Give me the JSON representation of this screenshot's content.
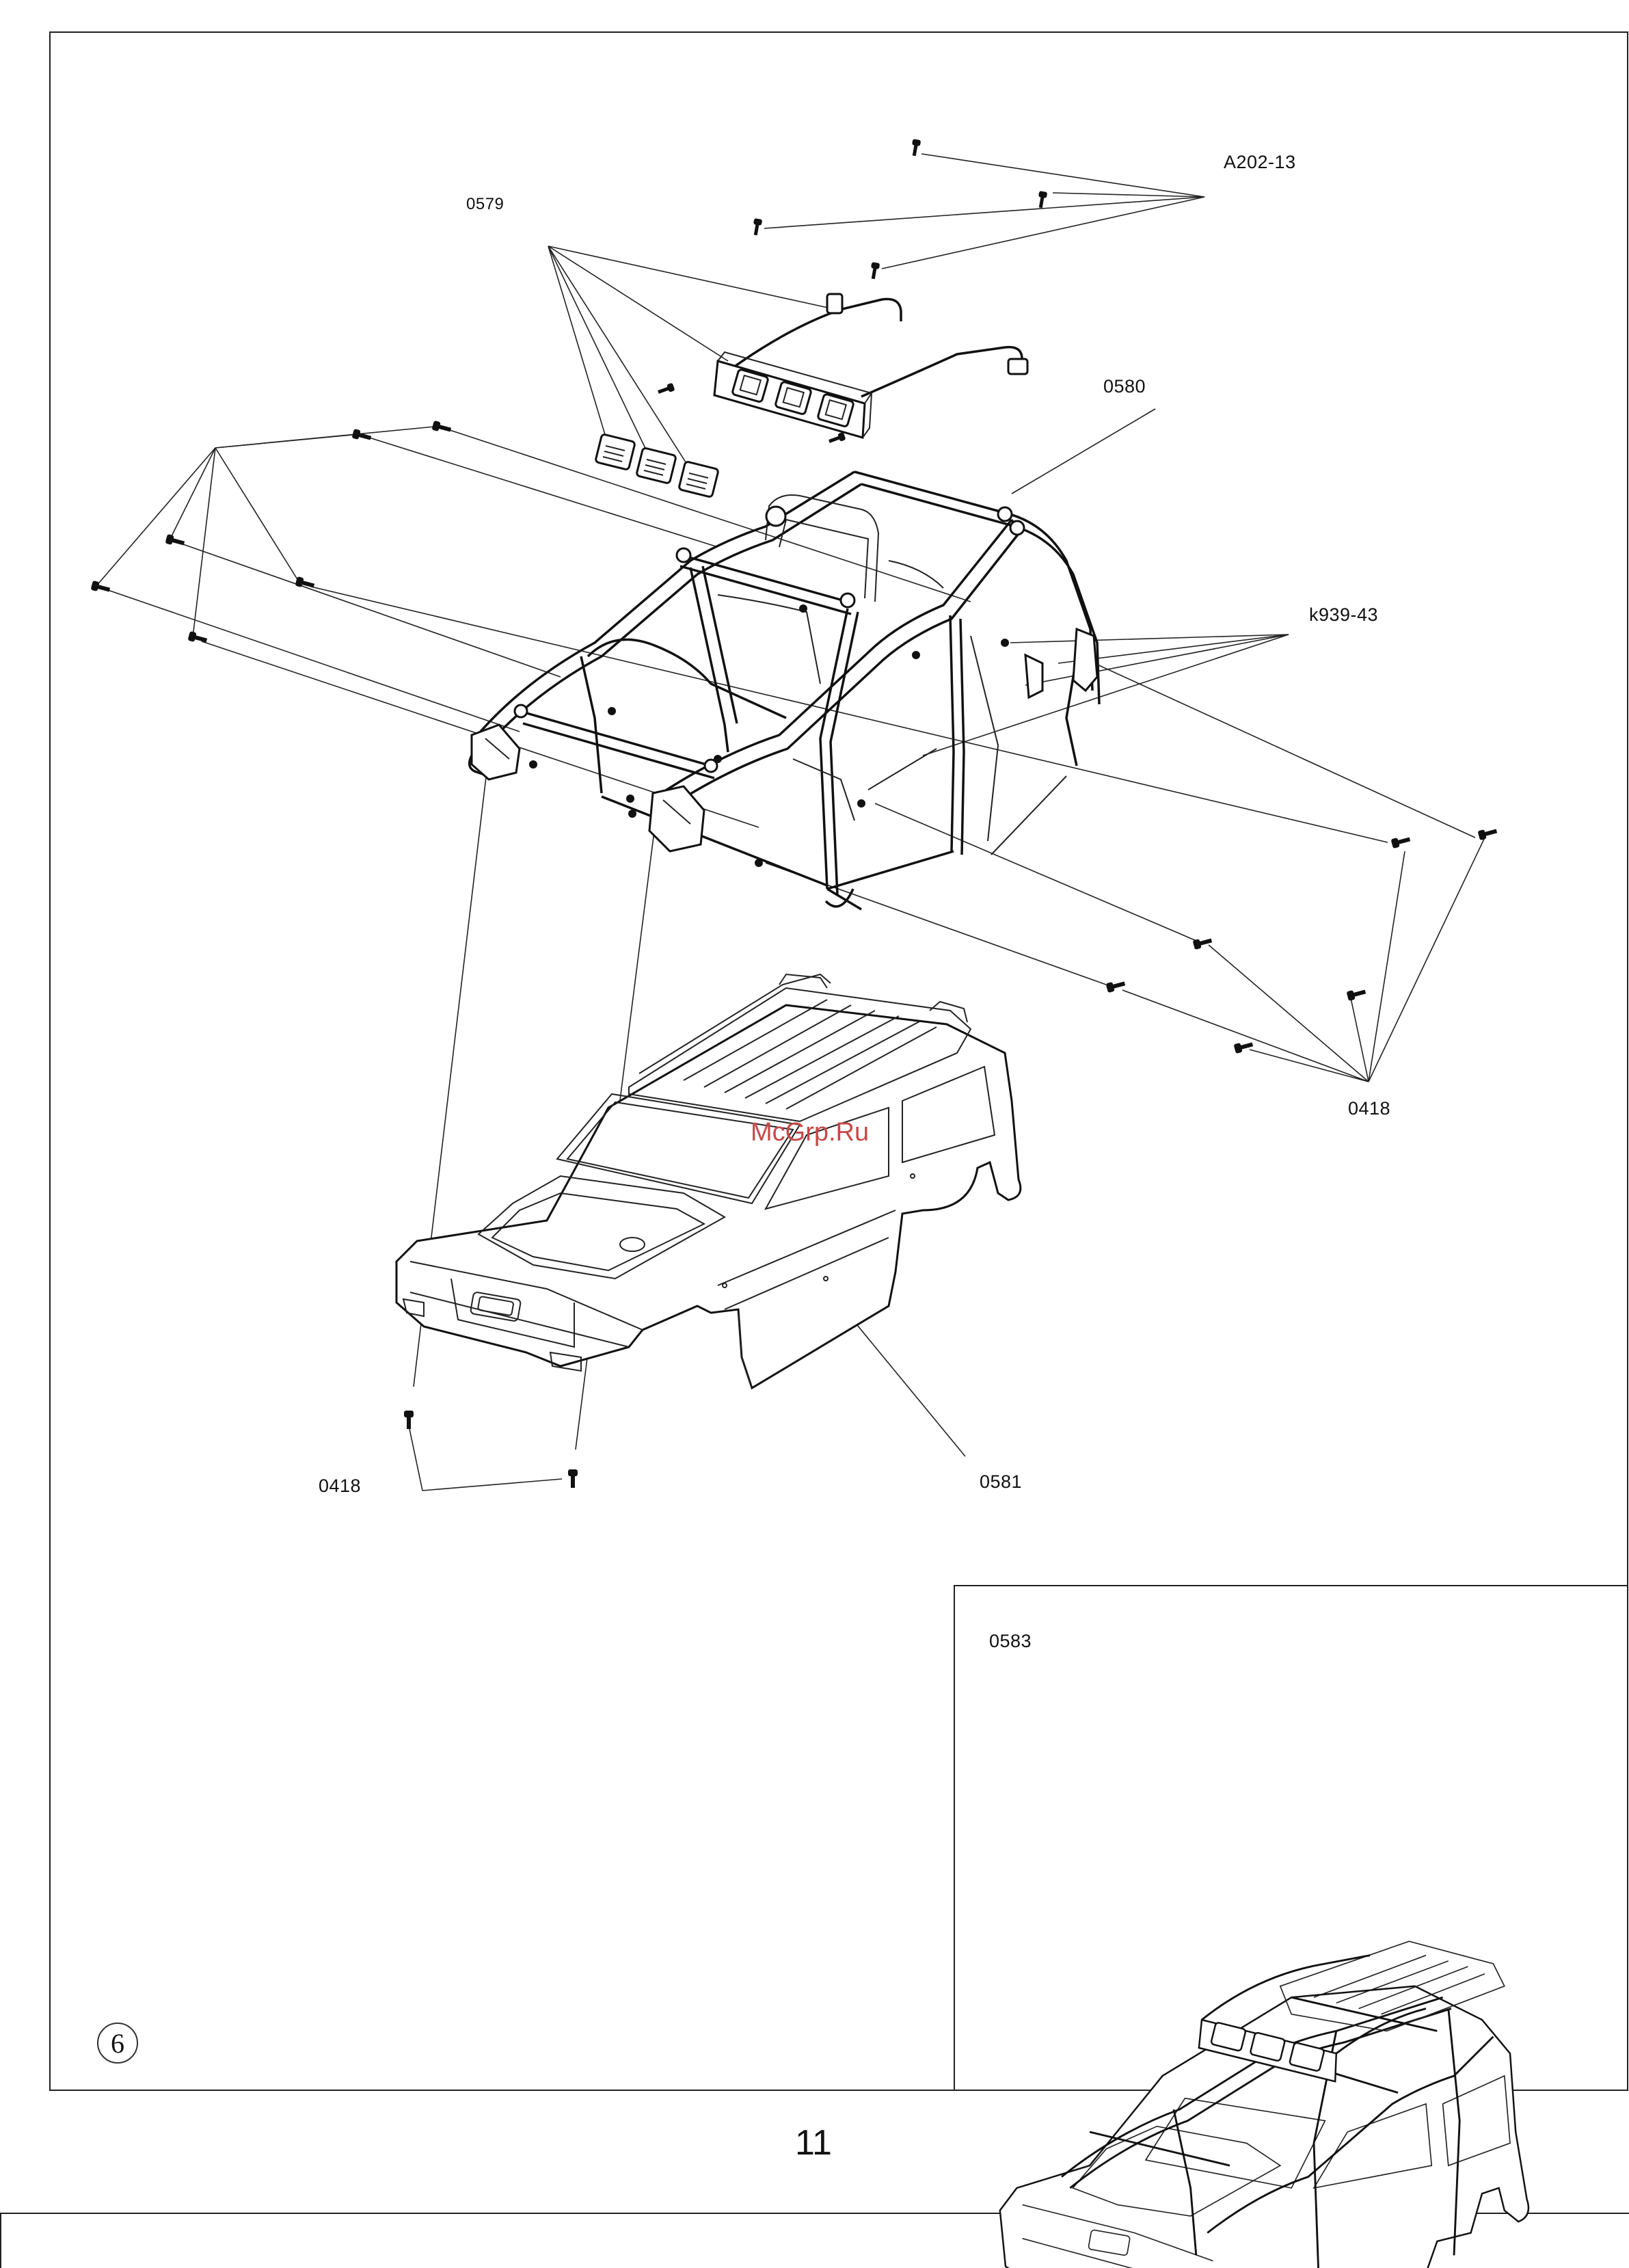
{
  "labels": {
    "screw_a202_13": "A202-13",
    "light_0579": "0579",
    "cage_0580": "0580",
    "screw_k939_43": "k939-43",
    "screw_0418_right": "0418",
    "screw_0418_left": "0418",
    "body_0581": "0581",
    "assembled_0583": "0583"
  },
  "watermark": "McGrp.Ru",
  "step_number": "6",
  "page_number": "11"
}
